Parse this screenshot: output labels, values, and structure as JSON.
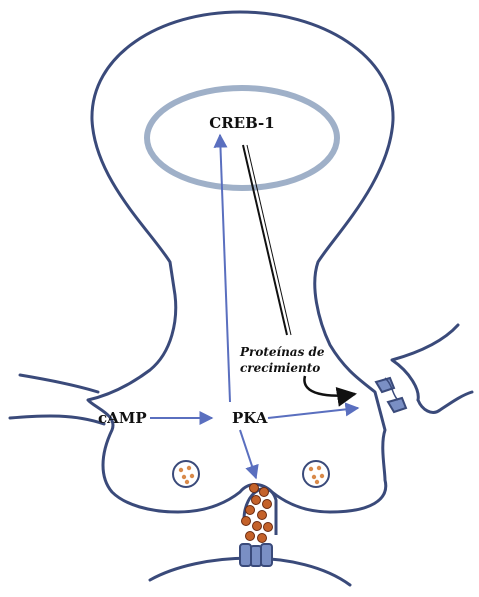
{
  "labels": {
    "nucleus": "CREB-1",
    "camp": "cAMP",
    "pka": "PKA",
    "growth_proteins_line1": "Proteínas de",
    "growth_proteins_line2": "crecimiento"
  },
  "colors": {
    "membrane": "#3a4a7a",
    "nucleus_ring": "#9fb0c8",
    "arrow_blue": "#5a6fbf",
    "vesicle_dots": "#d98a4a",
    "neurotransmitter": "#c4622a",
    "receptor": "#7a8fc4",
    "text": "#111111"
  }
}
